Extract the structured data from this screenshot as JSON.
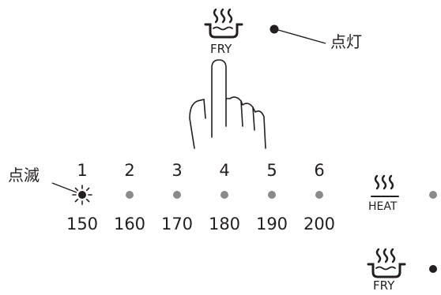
{
  "top_indicator": {
    "mode_label": "FRY",
    "status_text": "点灯",
    "icon": "fry-pot-icon"
  },
  "blinking_label": "点滅",
  "levels": [
    {
      "number": "1",
      "temperature": "150",
      "state": "blinking"
    },
    {
      "number": "2",
      "temperature": "160",
      "state": "off"
    },
    {
      "number": "3",
      "temperature": "170",
      "state": "off"
    },
    {
      "number": "4",
      "temperature": "180",
      "state": "off"
    },
    {
      "number": "5",
      "temperature": "190",
      "state": "off"
    },
    {
      "number": "6",
      "temperature": "200",
      "state": "off"
    }
  ],
  "modes": [
    {
      "label": "HEAT",
      "icon": "heat-steam-icon"
    },
    {
      "label": "FRY",
      "icon": "fry-pot-icon"
    }
  ],
  "colors": {
    "ink": "#231f20",
    "indicator_off": "#8a8a8a",
    "indicator_on": "#231f20"
  }
}
